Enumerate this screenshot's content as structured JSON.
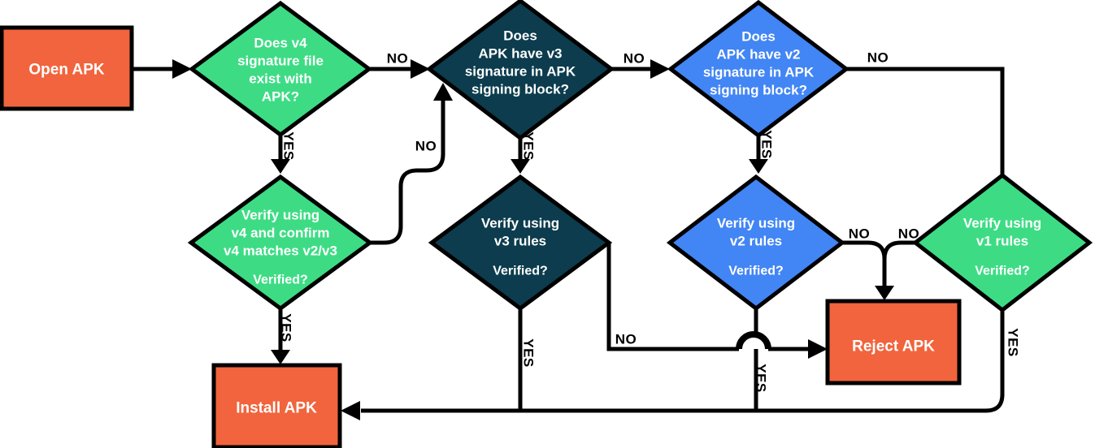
{
  "colors": {
    "green": "#3DDC84",
    "navy": "#0C3C4D",
    "blue": "#4285F4",
    "orange": "#F1643D",
    "line": "#000000",
    "node_text": "#FFFFFF",
    "label_text": "#000000"
  },
  "nodes": {
    "open_apk": {
      "label": "Open APK"
    },
    "q_v4": {
      "lines": [
        "Does v4",
        "signature file",
        "exist with",
        "APK?"
      ]
    },
    "q_v3": {
      "lines": [
        "Does",
        "APK have v3",
        "signature in APK",
        "signing block?"
      ]
    },
    "q_v2": {
      "lines": [
        "Does",
        "APK have v2",
        "signature in APK",
        "signing block?"
      ]
    },
    "verify_v4": {
      "lines": [
        "Verify using",
        "v4 and confirm",
        "v4 matches v2/v3"
      ],
      "question": "Verified?"
    },
    "verify_v3": {
      "lines": [
        "Verify using",
        "v3 rules"
      ],
      "question": "Verified?"
    },
    "verify_v2": {
      "lines": [
        "Verify using",
        "v2 rules"
      ],
      "question": "Verified?"
    },
    "verify_v1": {
      "lines": [
        "Verify using",
        "v1 rules"
      ],
      "question": "Verified?"
    },
    "reject_apk": {
      "label": "Reject APK"
    },
    "install_apk": {
      "label": "Install APK"
    }
  },
  "edge_labels": {
    "q_v4_no": "NO",
    "q_v4_yes": "YES",
    "q_v3_no": "NO",
    "q_v3_yes": "YES",
    "q_v2_no": "NO",
    "q_v2_yes": "YES",
    "verify_v4_no": "NO",
    "verify_v4_yes": "YES",
    "verify_v3_no": "NO",
    "verify_v3_yes": "YES",
    "verify_v2_no": "NO",
    "verify_v2_yes": "YES",
    "verify_v1_no": "NO",
    "verify_v1_yes": "YES"
  }
}
